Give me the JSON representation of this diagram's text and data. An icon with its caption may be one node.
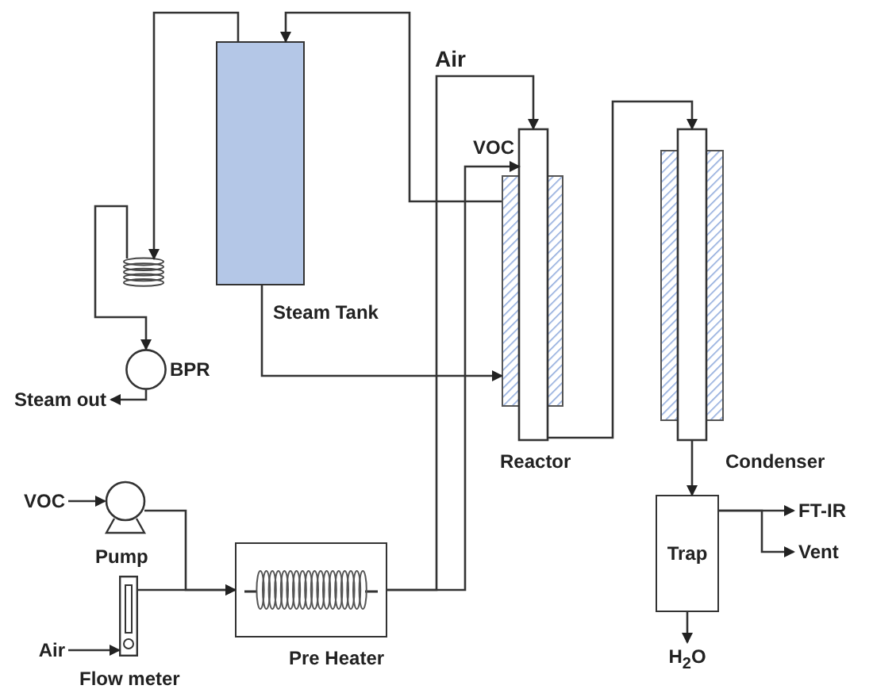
{
  "diagram": {
    "nodes": [
      {
        "text": [],
        "shape": "box",
        "beside": [
          "Steam Tank"
        ]
      },
      {
        "text": [],
        "shape": "coil"
      },
      {
        "text": [],
        "shape": "circle",
        "beside": [
          "BPR"
        ]
      },
      {
        "text": [
          "Steam out"
        ]
      },
      {
        "text": [],
        "shape": "box",
        "beside": [
          "Reactor"
        ]
      },
      {
        "text": [],
        "shape": "box",
        "beside": [
          "Condenser"
        ]
      },
      {
        "text": [
          "Trap"
        ]
      },
      {
        "text": [
          "FT-IR"
        ]
      },
      {
        "text": [
          "Vent"
        ]
      },
      {
        "text": [
          "H$_{2}$O"
        ]
      },
      {
        "text": [
          "VOC"
        ]
      },
      {
        "text": [],
        "shape": "circle",
        "beside": [
          "Pump"
        ]
      },
      {
        "text": [
          "Air"
        ]
      },
      {
        "text": [],
        "shape": "box",
        "beside": [
          "Flow meter"
        ]
      },
      {
        "text": [],
        "shape": "box",
        "beside": [
          "Pre Heater"
        ]
      }
    ],
    "edges": [
      {
        "from": 0,
        "to": 1,
        "arrow": "to"
      },
      {
        "from": 1,
        "to": 2,
        "arrow": "to"
      },
      {
        "from": 2,
        "to": 3,
        "arrow": "to"
      },
      {
        "from": 4,
        "to": 0,
        "arrow": "to"
      },
      {
        "from": 0,
        "to": 4,
        "arrow": "to"
      },
      {
        "from": 14,
        "to": 4,
        "label": "Air",
        "arrow": "to"
      },
      {
        "from": 14,
        "to": 4,
        "label": "VOC",
        "arrow": "to"
      },
      {
        "from": 4,
        "to": 5,
        "arrow": "to"
      },
      {
        "from": 5,
        "to": 6,
        "arrow": "to"
      },
      {
        "from": 6,
        "to": 7,
        "arrow": "to"
      },
      {
        "from": 6,
        "to": 8,
        "arrow": "to"
      },
      {
        "from": 6,
        "to": 9,
        "arrow": "to"
      },
      {
        "from": 10,
        "to": 11,
        "arrow": "to"
      },
      {
        "from": 12,
        "to": 13,
        "arrow": "to"
      },
      {
        "from": 11,
        "to": 14,
        "arrow": "to"
      },
      {
        "from": 13,
        "to": 14,
        "arrow": "to"
      }
    ]
  }
}
